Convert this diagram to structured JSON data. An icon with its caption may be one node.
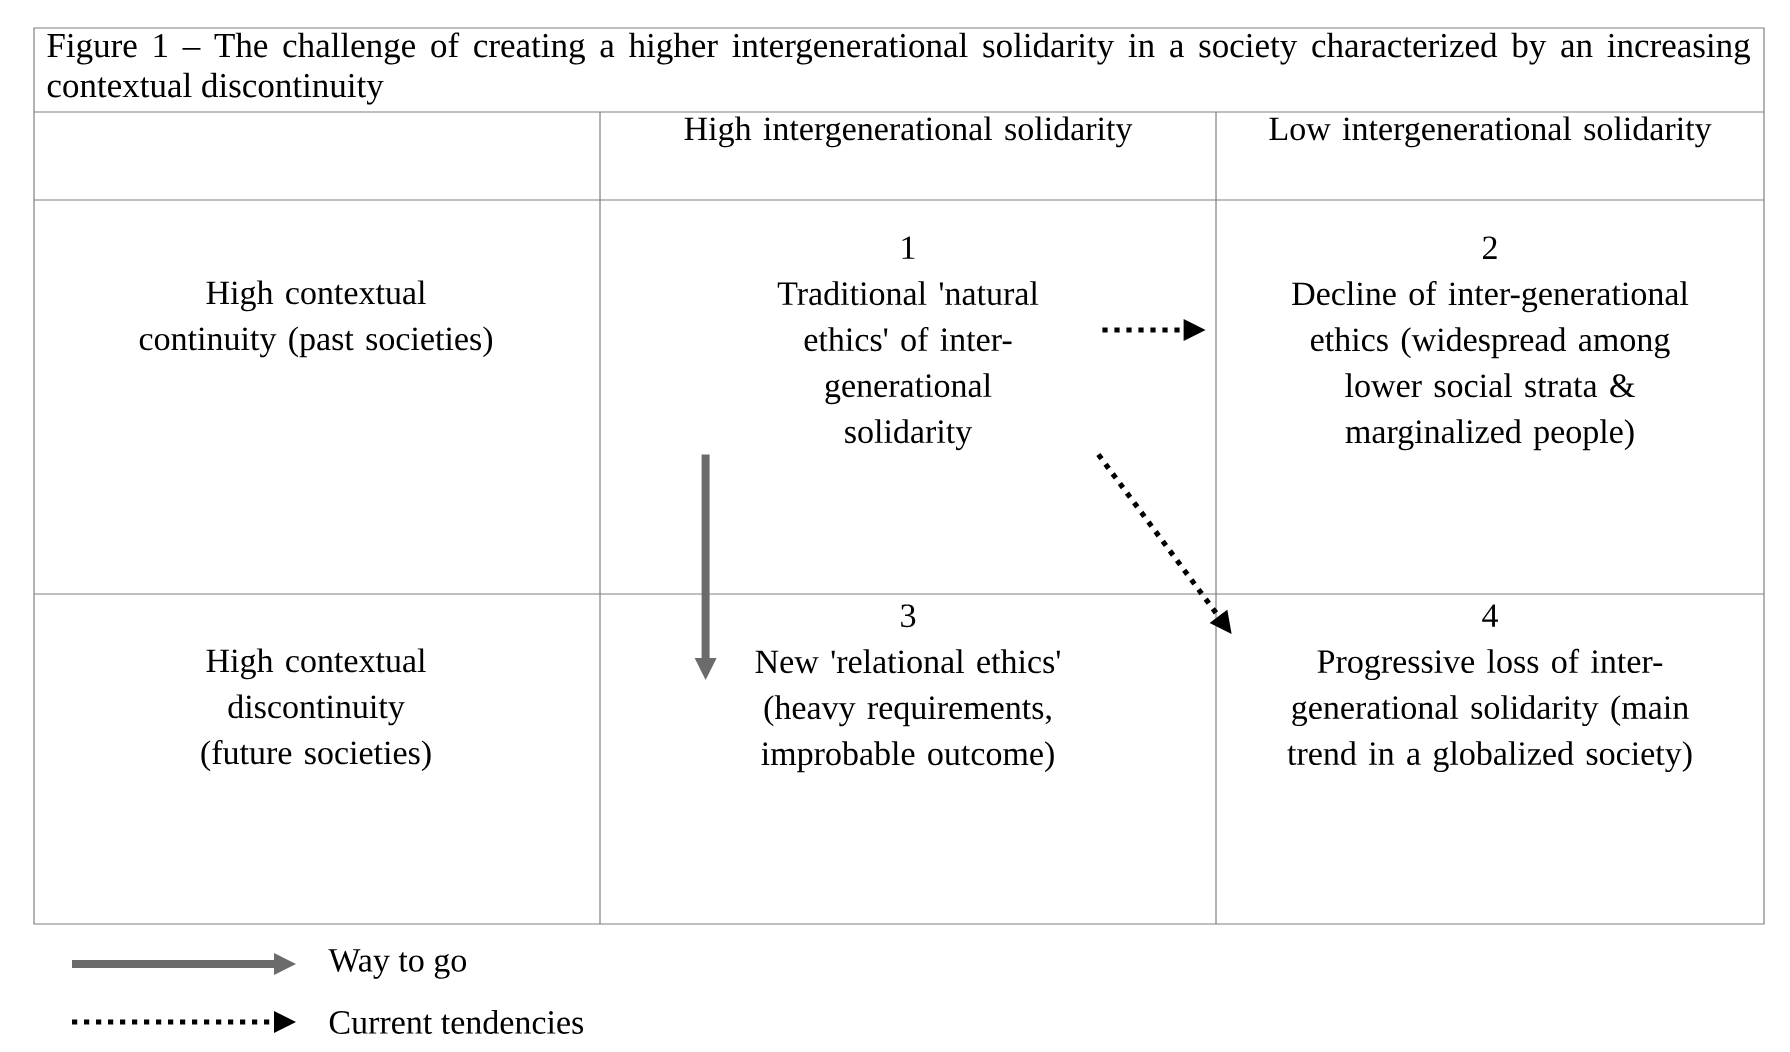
{
  "diagram": {
    "title": "Figure 1 – The challenge of creating a higher intergenerational solidarity in a society characterized by an increasing contextual discontinuity",
    "nodes": [
      {
        "text": [
          "1",
          "Traditional 'natural ethics' of inter-generational solidarity"
        ]
      },
      {
        "text": [
          "2",
          "Decline of inter-generational ethics (widespread among lower social strata & marginalized people)"
        ]
      },
      {
        "text": [
          "3",
          "New 'relational ethics' (heavy requirements, improbable outcome)"
        ]
      },
      {
        "text": [
          "4",
          "Progressive loss of inter-generational solidarity (main trend in a globalized society)"
        ]
      }
    ],
    "edges": [
      {
        "from": 0,
        "to": 2,
        "arrow": "to",
        "color": "#6b6b6b"
      },
      {
        "from": 0,
        "to": 1,
        "arrow": "to",
        "style": "dashed"
      },
      {
        "from": 0,
        "to": 3,
        "arrow": "to",
        "style": "dashed"
      }
    ],
    "labels": [
      "High intergenerational solidarity",
      "Low intergenerational solidarity",
      "High contextual continuity (past societies)",
      "High contextual discontinuity (future societies)"
    ],
    "legend": [
      {
        "text": "Way to go"
      },
      {
        "text": "Current tendencies"
      }
    ]
  }
}
